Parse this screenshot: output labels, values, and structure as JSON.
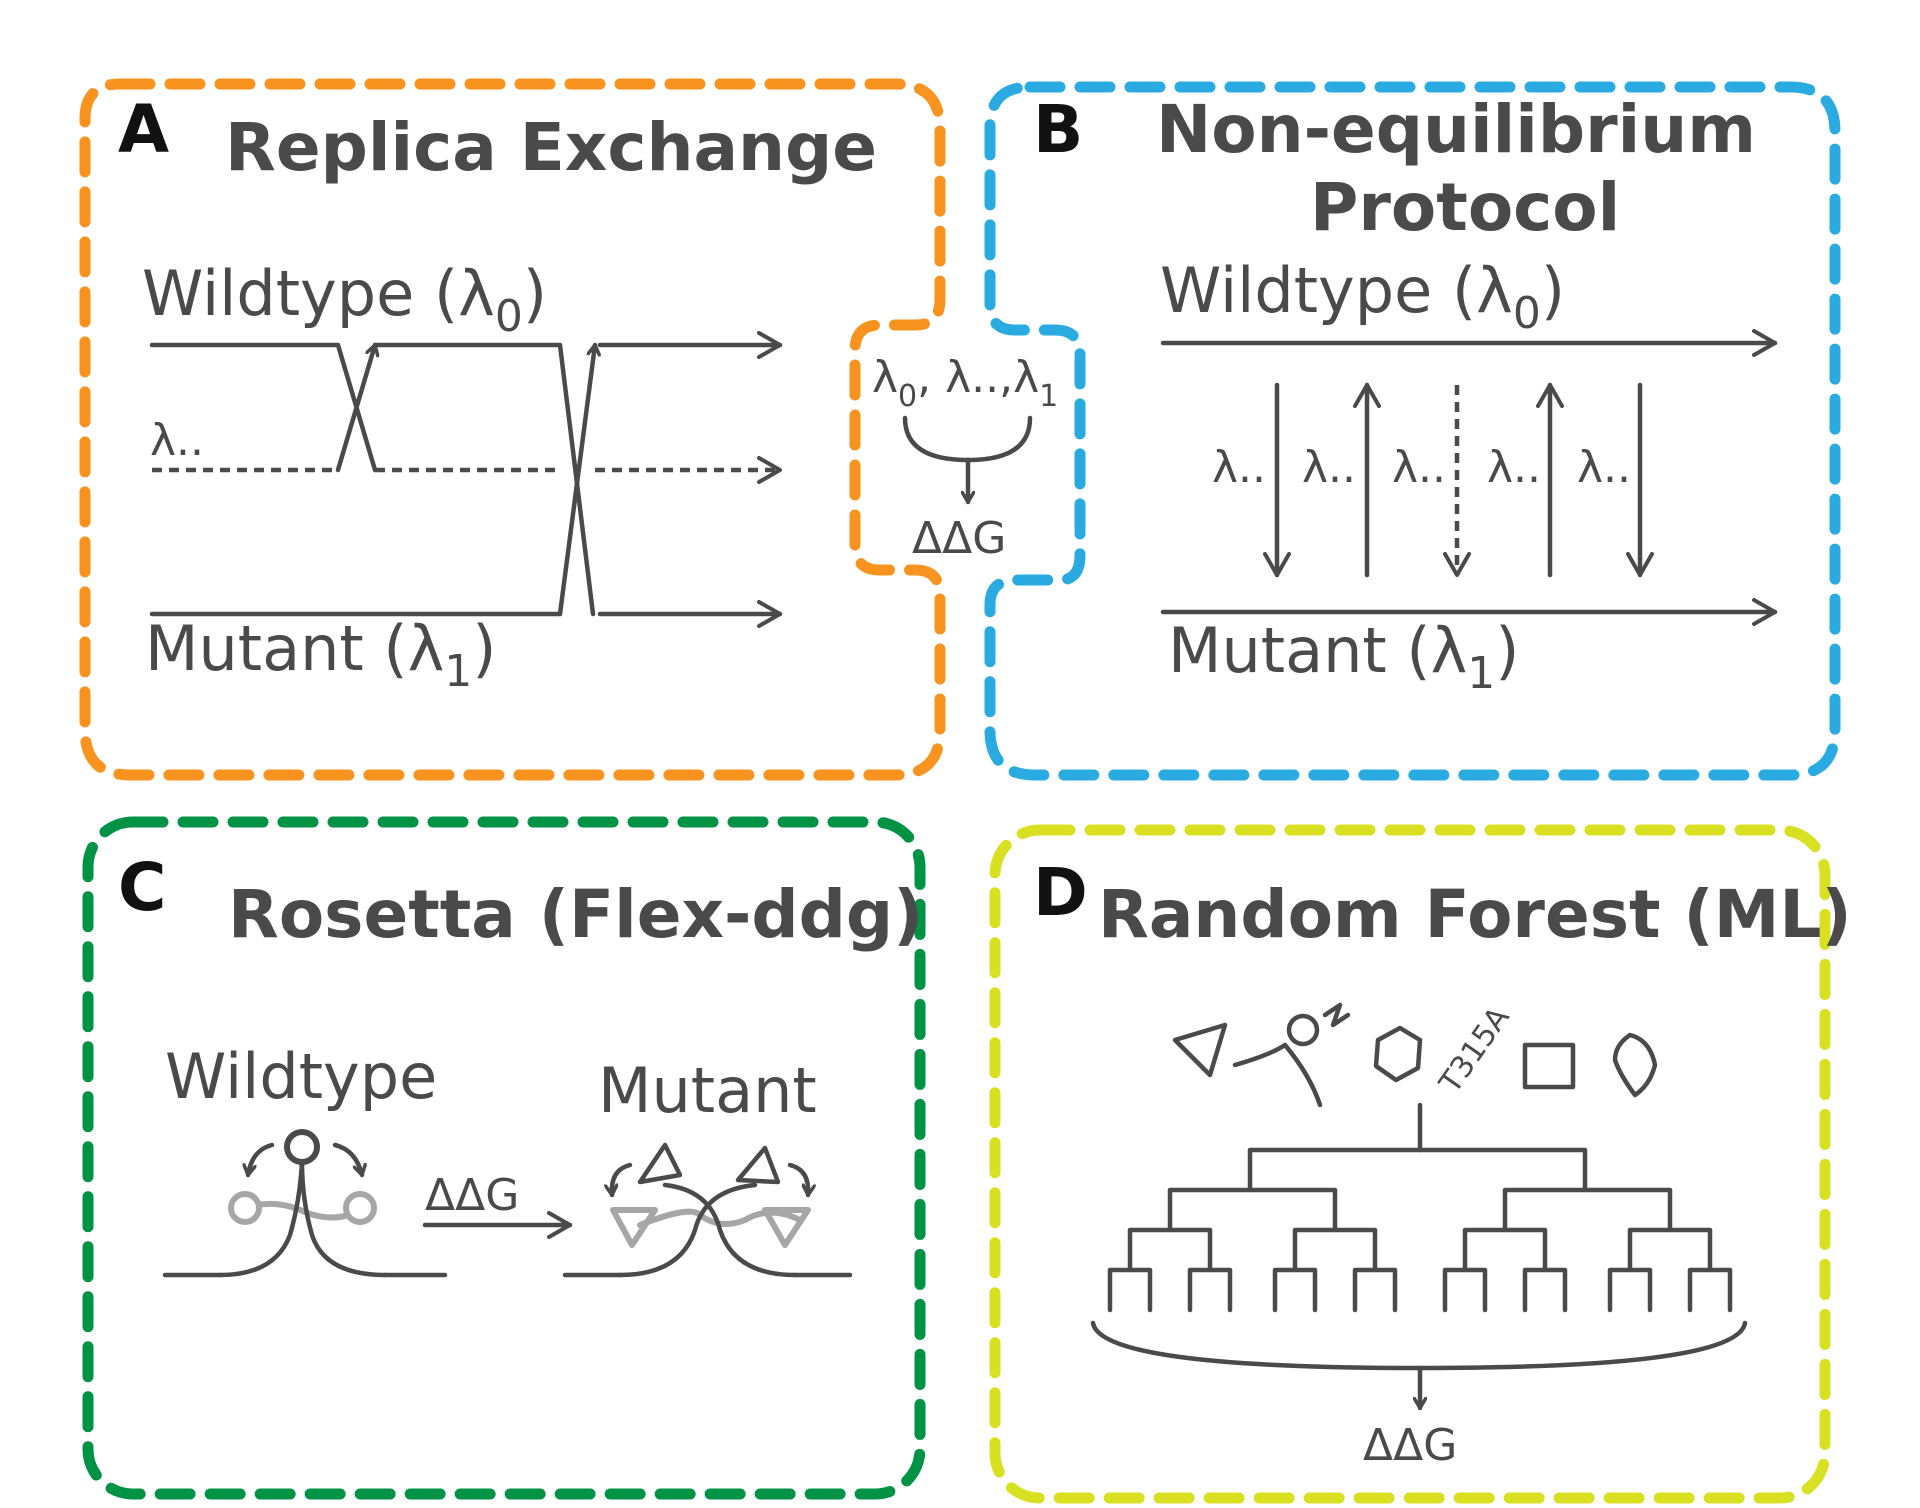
{
  "colors": {
    "panel_a_border": "#f7931e",
    "panel_b_border": "#29abe2",
    "panel_c_border": "#009245",
    "panel_d_border": "#d9e021",
    "line": "#4a4a4a",
    "alternate_state": "#a6a6a6",
    "letter": "#111111"
  },
  "panel_a": {
    "letter": "A",
    "title": "Replica Exchange",
    "top_state": "Wildtype (λ",
    "top_sub": "0",
    "mid_state": "λ..",
    "bottom_state": "Mutant (λ",
    "bottom_sub": "1",
    "close_paren": ")"
  },
  "connector": {
    "lambda_0": "λ",
    "lambda_0_sub": "0",
    "separator": ", λ..,",
    "lambda_1": "λ",
    "lambda_1_sub": "1",
    "result": "ΔΔG"
  },
  "panel_b": {
    "letter": "B",
    "title_line1": "Non-equilibrium",
    "title_line2": "Protocol",
    "top_state": "Wildtype (λ",
    "top_sub": "0",
    "bottom_state": "Mutant (λ",
    "bottom_sub": "1",
    "close_paren": ")",
    "switch_labels": [
      "λ..",
      "λ..",
      "λ..",
      "λ..",
      "λ.."
    ]
  },
  "panel_c": {
    "letter": "C",
    "title": "Rosetta  (Flex-ddg)",
    "left_label": "Wildtype",
    "right_label": "Mutant",
    "arrow_label": "ΔΔG"
  },
  "panel_d": {
    "letter": "D",
    "title": "Random Forest (ML)",
    "mutation_label": "T315A",
    "result": "ΔΔG",
    "feature_icons": [
      "triangle-icon",
      "ligand-icon",
      "hexagon-icon",
      "square-icon",
      "diamond-icon"
    ]
  }
}
